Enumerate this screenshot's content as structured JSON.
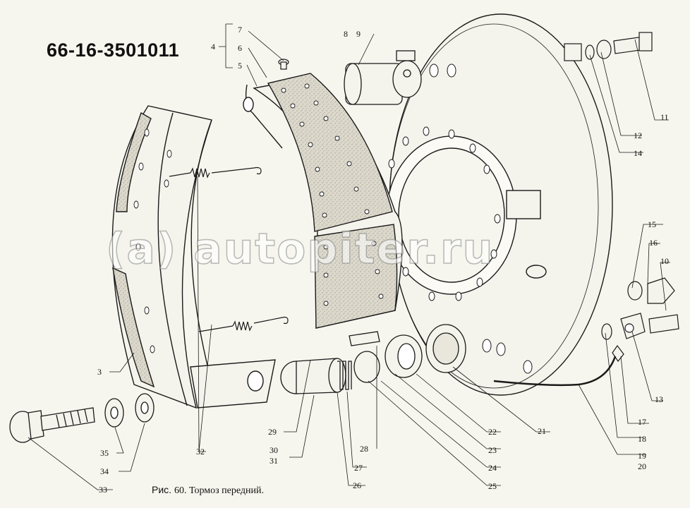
{
  "diagram": {
    "part_number": "66-16-3501011",
    "caption_prefix": "Рис.",
    "caption_rest": "60. Тормоз передний.",
    "watermark": "(a) autopiter.ru",
    "callouts": [
      "3",
      "4",
      "5",
      "6",
      "7",
      "8",
      "9",
      "10",
      "11",
      "12",
      "13",
      "14",
      "15",
      "16",
      "17",
      "18",
      "19",
      "20",
      "21",
      "22",
      "23",
      "24",
      "25",
      "26",
      "27",
      "28",
      "29",
      "30",
      "31",
      "32",
      "33",
      "34",
      "35"
    ]
  },
  "colors": {
    "background": "#f7f6ee",
    "line": "#1a1a1a",
    "lining": "#d8d4c6",
    "metal": "#f4f3ec"
  }
}
